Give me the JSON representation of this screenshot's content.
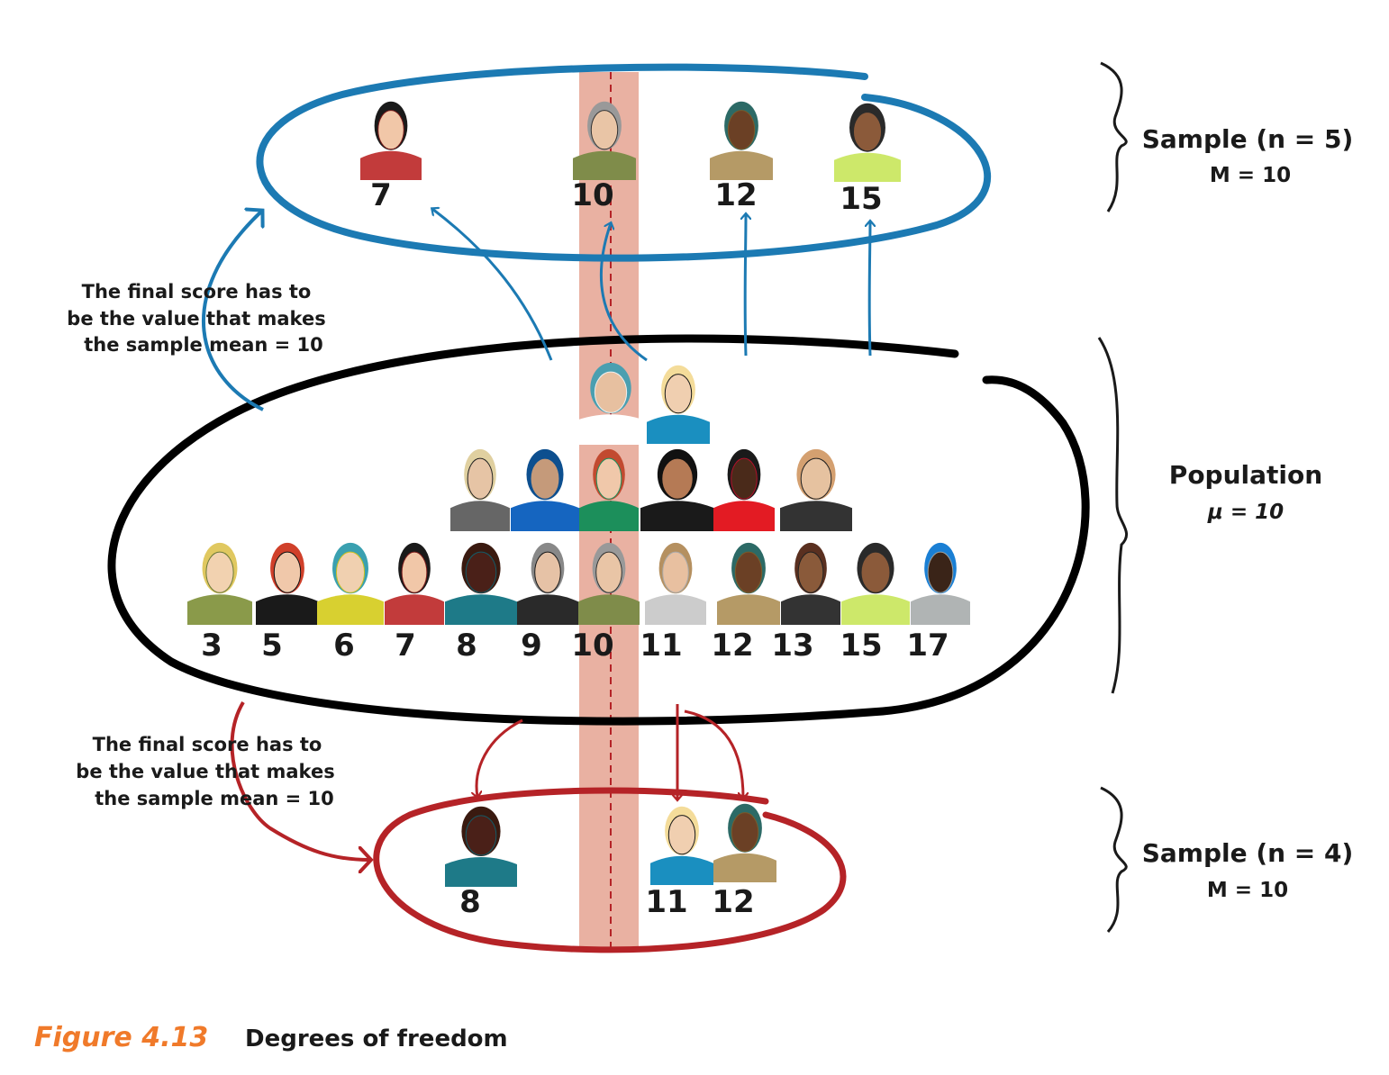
{
  "colors": {
    "sample5": "#1c7ab3",
    "population": "#000000",
    "sample4": "#b52327",
    "mean_band": "#e9b1a2",
    "caption_accent": "#f07a2a"
  },
  "sample5": {
    "title": "Sample (n = 5)",
    "mean": "M = 10",
    "scores": [
      "7",
      "10",
      "12",
      "15"
    ]
  },
  "population": {
    "title": "Population",
    "mean": "μ = 10",
    "scores": [
      "3",
      "5",
      "6",
      "7",
      "8",
      "9",
      "10",
      "11",
      "12",
      "13",
      "15",
      "17"
    ]
  },
  "sample4": {
    "title": "Sample (n = 4)",
    "mean": "M = 10",
    "scores": [
      "8",
      "11",
      "12"
    ]
  },
  "note_top": [
    "The final score has to",
    "be the value that makes",
    "the sample mean = 10"
  ],
  "note_bottom": [
    "The final score has to",
    "be the value that makes",
    "the sample mean = 10"
  ],
  "caption": {
    "figure": "Figure 4.13",
    "text": "Degrees of freedom"
  }
}
